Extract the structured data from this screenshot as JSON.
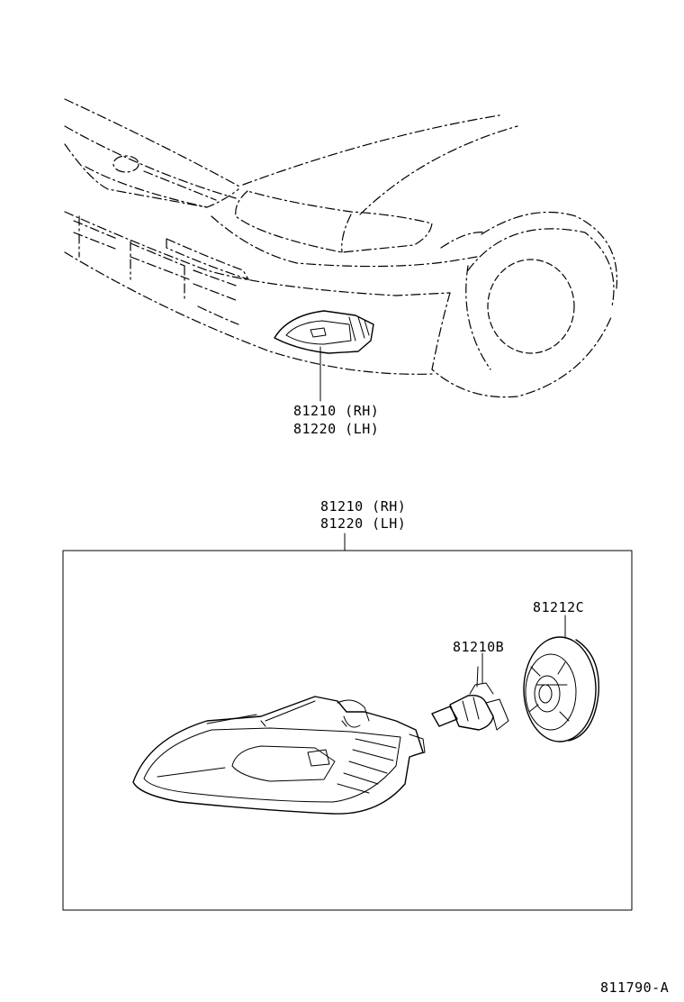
{
  "car_view": {
    "callout": [
      "81210 (RH)",
      "81220 (LH)"
    ]
  },
  "assembly": {
    "callout": [
      "81210 (RH)",
      "81220 (LH)"
    ],
    "parts": {
      "bulb": "81210B",
      "socket": "81212C"
    }
  },
  "figure_id": "811790-A"
}
